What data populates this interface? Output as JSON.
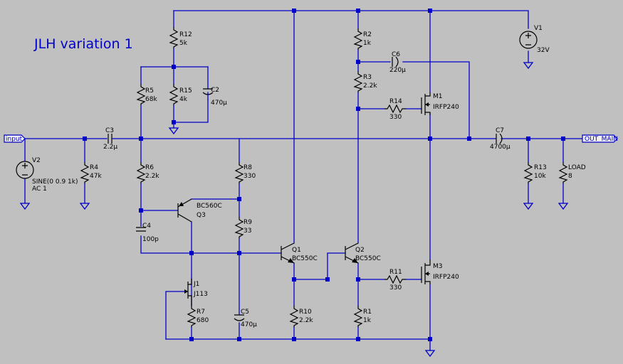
{
  "title": "JLH variation 1",
  "nets": {
    "input": "input",
    "output": "OUT_MAIN"
  },
  "components": {
    "V1": {
      "ref": "V1",
      "value": "32V"
    },
    "V2": {
      "ref": "V2",
      "value": "SINE(0 0.9 1k)",
      "value2": "AC 1"
    },
    "R1": {
      "ref": "R1",
      "value": "1k"
    },
    "R2": {
      "ref": "R2",
      "value": "1k"
    },
    "R3": {
      "ref": "R3",
      "value": "2.2k"
    },
    "R4": {
      "ref": "R4",
      "value": "47k"
    },
    "R5": {
      "ref": "R5",
      "value": "68k"
    },
    "R6": {
      "ref": "R6",
      "value": "2.2k"
    },
    "R7": {
      "ref": "R7",
      "value": "680"
    },
    "R8": {
      "ref": "R8",
      "value": "330"
    },
    "R9": {
      "ref": "R9",
      "value": "33"
    },
    "R10": {
      "ref": "R10",
      "value": "2.2k"
    },
    "R11": {
      "ref": "R11",
      "value": "330"
    },
    "R12": {
      "ref": "R12",
      "value": "5k"
    },
    "R13": {
      "ref": "R13",
      "value": "10k"
    },
    "R14": {
      "ref": "R14",
      "value": "330"
    },
    "R15": {
      "ref": "R15",
      "value": "4k"
    },
    "LOAD": {
      "ref": "LOAD",
      "value": "8"
    },
    "C2": {
      "ref": "C2",
      "value": "470µ"
    },
    "C3": {
      "ref": "C3",
      "value": "2.2µ"
    },
    "C4": {
      "ref": "C4",
      "value": "100p"
    },
    "C5": {
      "ref": "C5",
      "value": "470µ"
    },
    "C6": {
      "ref": "C6",
      "value": "220µ"
    },
    "C7": {
      "ref": "C7",
      "value": "4700µ"
    },
    "Q1": {
      "ref": "Q1",
      "value": "BC550C"
    },
    "Q2": {
      "ref": "Q2",
      "value": "BC550C"
    },
    "Q3": {
      "ref": "Q3",
      "value": "BC560C"
    },
    "M1": {
      "ref": "M1",
      "value": "IRFP240"
    },
    "M3": {
      "ref": "M3",
      "value": "IRFP240"
    },
    "J1": {
      "ref": "J1",
      "value": "J113"
    }
  },
  "colors": {
    "background": "#c0c0c0",
    "wire": "#0000c8",
    "component": "#000000"
  }
}
